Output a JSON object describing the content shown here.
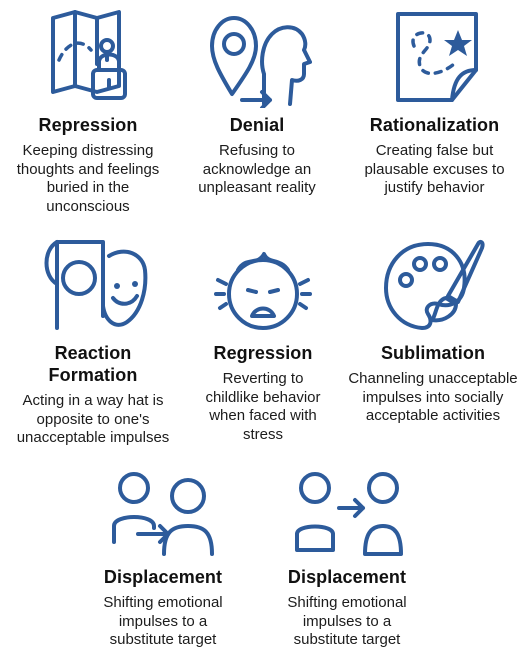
{
  "items": [
    {
      "title": "Repression",
      "description": "Keeping distressing thoughts and feelings buried in the unconscious",
      "icon": "map-lock-icon"
    },
    {
      "title": "Denial",
      "description": "Refusing to acknowledge an unpleasant reality",
      "icon": "pin-head-icon"
    },
    {
      "title": "Rationalization",
      "description": "Creating false but plausable excuses to justify behavior",
      "icon": "note-star-path-icon"
    },
    {
      "title": "Reaction Formation",
      "description": "Acting in a way hat is opposite to one's unacceptable impulses",
      "icon": "theater-masks-icon"
    },
    {
      "title": "Regression",
      "description": "Reverting to childlike behavior when faced with stress",
      "icon": "crying-child-icon"
    },
    {
      "title": "Sublimation",
      "description": "Channeling unacceptable impulses into socially acceptable activities",
      "icon": "palette-brush-icon"
    },
    {
      "title": "Displacement",
      "description": "Shifting emotional impulses to a substitute target",
      "icon": "people-arrow-icon"
    },
    {
      "title": "Displacement",
      "description": "Shifting emotional impulses to a substitute target",
      "icon": "people-arrow-icon"
    }
  ],
  "colors": {
    "icon": "#2d5b9b",
    "text": "#111111"
  }
}
